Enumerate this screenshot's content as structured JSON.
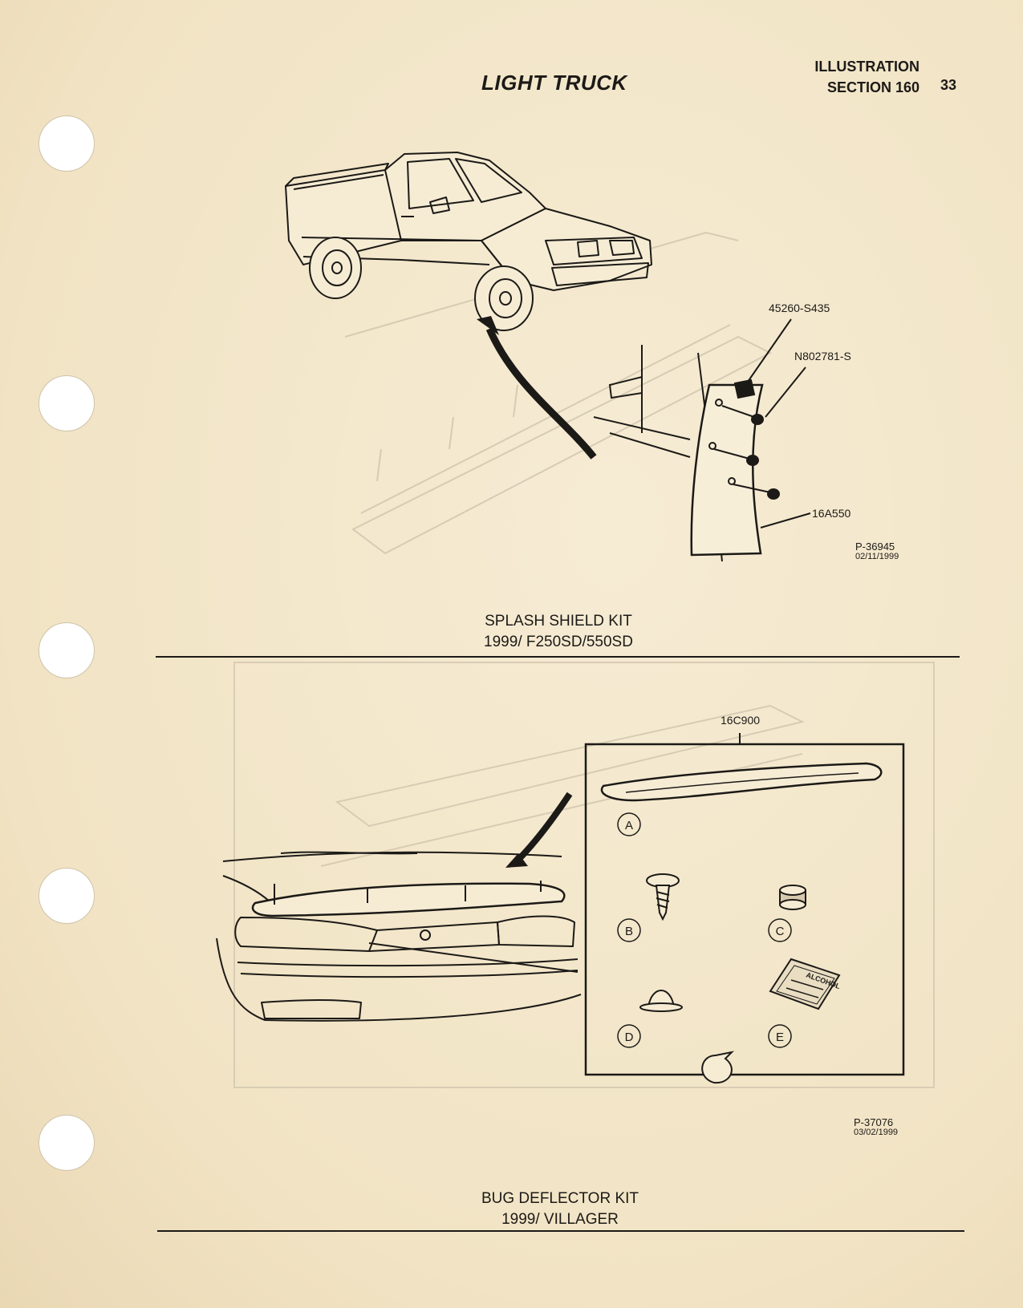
{
  "header": {
    "title": "LIGHT TRUCK",
    "section_label": "ILLUSTRATION",
    "section_number": "SECTION 160",
    "page_number": "33"
  },
  "figure1": {
    "callouts": {
      "bracket": "45260-S435",
      "screw": "N802781-S",
      "shield": "16A550"
    },
    "reference": {
      "code": "P-36945",
      "date": "02/11/1999"
    },
    "caption_line1": "SPLASH SHIELD KIT",
    "caption_line2": "1999/ F250SD/550SD"
  },
  "figure2": {
    "callouts": {
      "deflector": "16C900",
      "A": "A",
      "B": "B",
      "C": "C",
      "D": "D",
      "E": "E",
      "alcohol_label": "ALCOHOL"
    },
    "reference": {
      "code": "P-37076",
      "date": "03/02/1999"
    },
    "caption_line1": "BUG DEFLECTOR KIT",
    "caption_line2": "1999/ VILLAGER"
  }
}
